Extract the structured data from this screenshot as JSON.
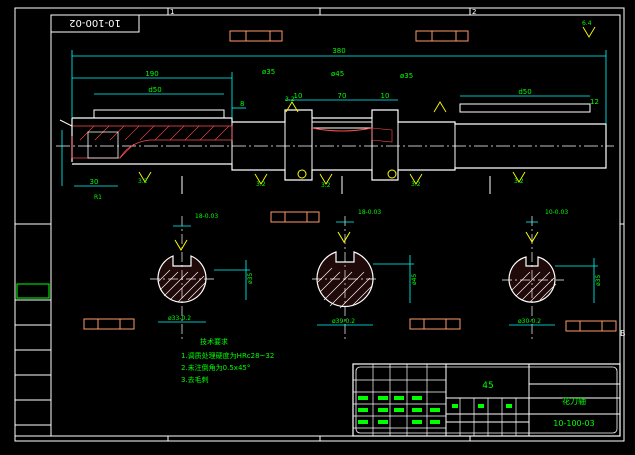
{
  "colors": {
    "background": "#000000",
    "outline": "#ffffff",
    "dimension": "#00ffff",
    "text_green": "#00ff00",
    "tolerance_box": "#ff9966",
    "roughness_yellow": "#ffff00",
    "hatch": "#ff4d4d",
    "label_fill": "#ffffff"
  },
  "drawing": {
    "number_top_left": "10-100-02",
    "zone_marks": [
      "1",
      "2",
      "B"
    ],
    "total_length": "380",
    "dim_190": "190",
    "dim_d50": "d50",
    "dim_70": "70",
    "dim_10": "10",
    "dim_8": "8",
    "dim_12": "12",
    "dim_30": "30",
    "dim_r1": "R1",
    "roughness_values": [
      "3.2",
      "3.2",
      "3.2",
      "3.2",
      "3.2",
      "3.2",
      "6.4"
    ],
    "sections": [
      {
        "name": "section-a",
        "dim_width": "18-0.03",
        "dim_dia": "ø35",
        "dim_depth": "ø33-0.2"
      },
      {
        "name": "section-b",
        "dim_width": "18-0.03",
        "dim_dia": "ø45",
        "dim_depth": "ø39-0.2"
      },
      {
        "name": "section-c",
        "dim_width": "10-0.03",
        "dim_dia": "ø35",
        "dim_depth": "ø30-0.2"
      }
    ]
  },
  "technical_requirements": {
    "title": "技术要求",
    "lines": [
      "1.调质处理硬度为HRc28~32",
      "2.未注倒角为0.5x45°",
      "3.去毛刺"
    ]
  },
  "side_panel": {
    "items": [
      "",
      "",
      "",
      "",
      ""
    ]
  },
  "title_block": {
    "material": "45",
    "part_name": "花刀轴",
    "drawing_number": "10-100-03"
  }
}
